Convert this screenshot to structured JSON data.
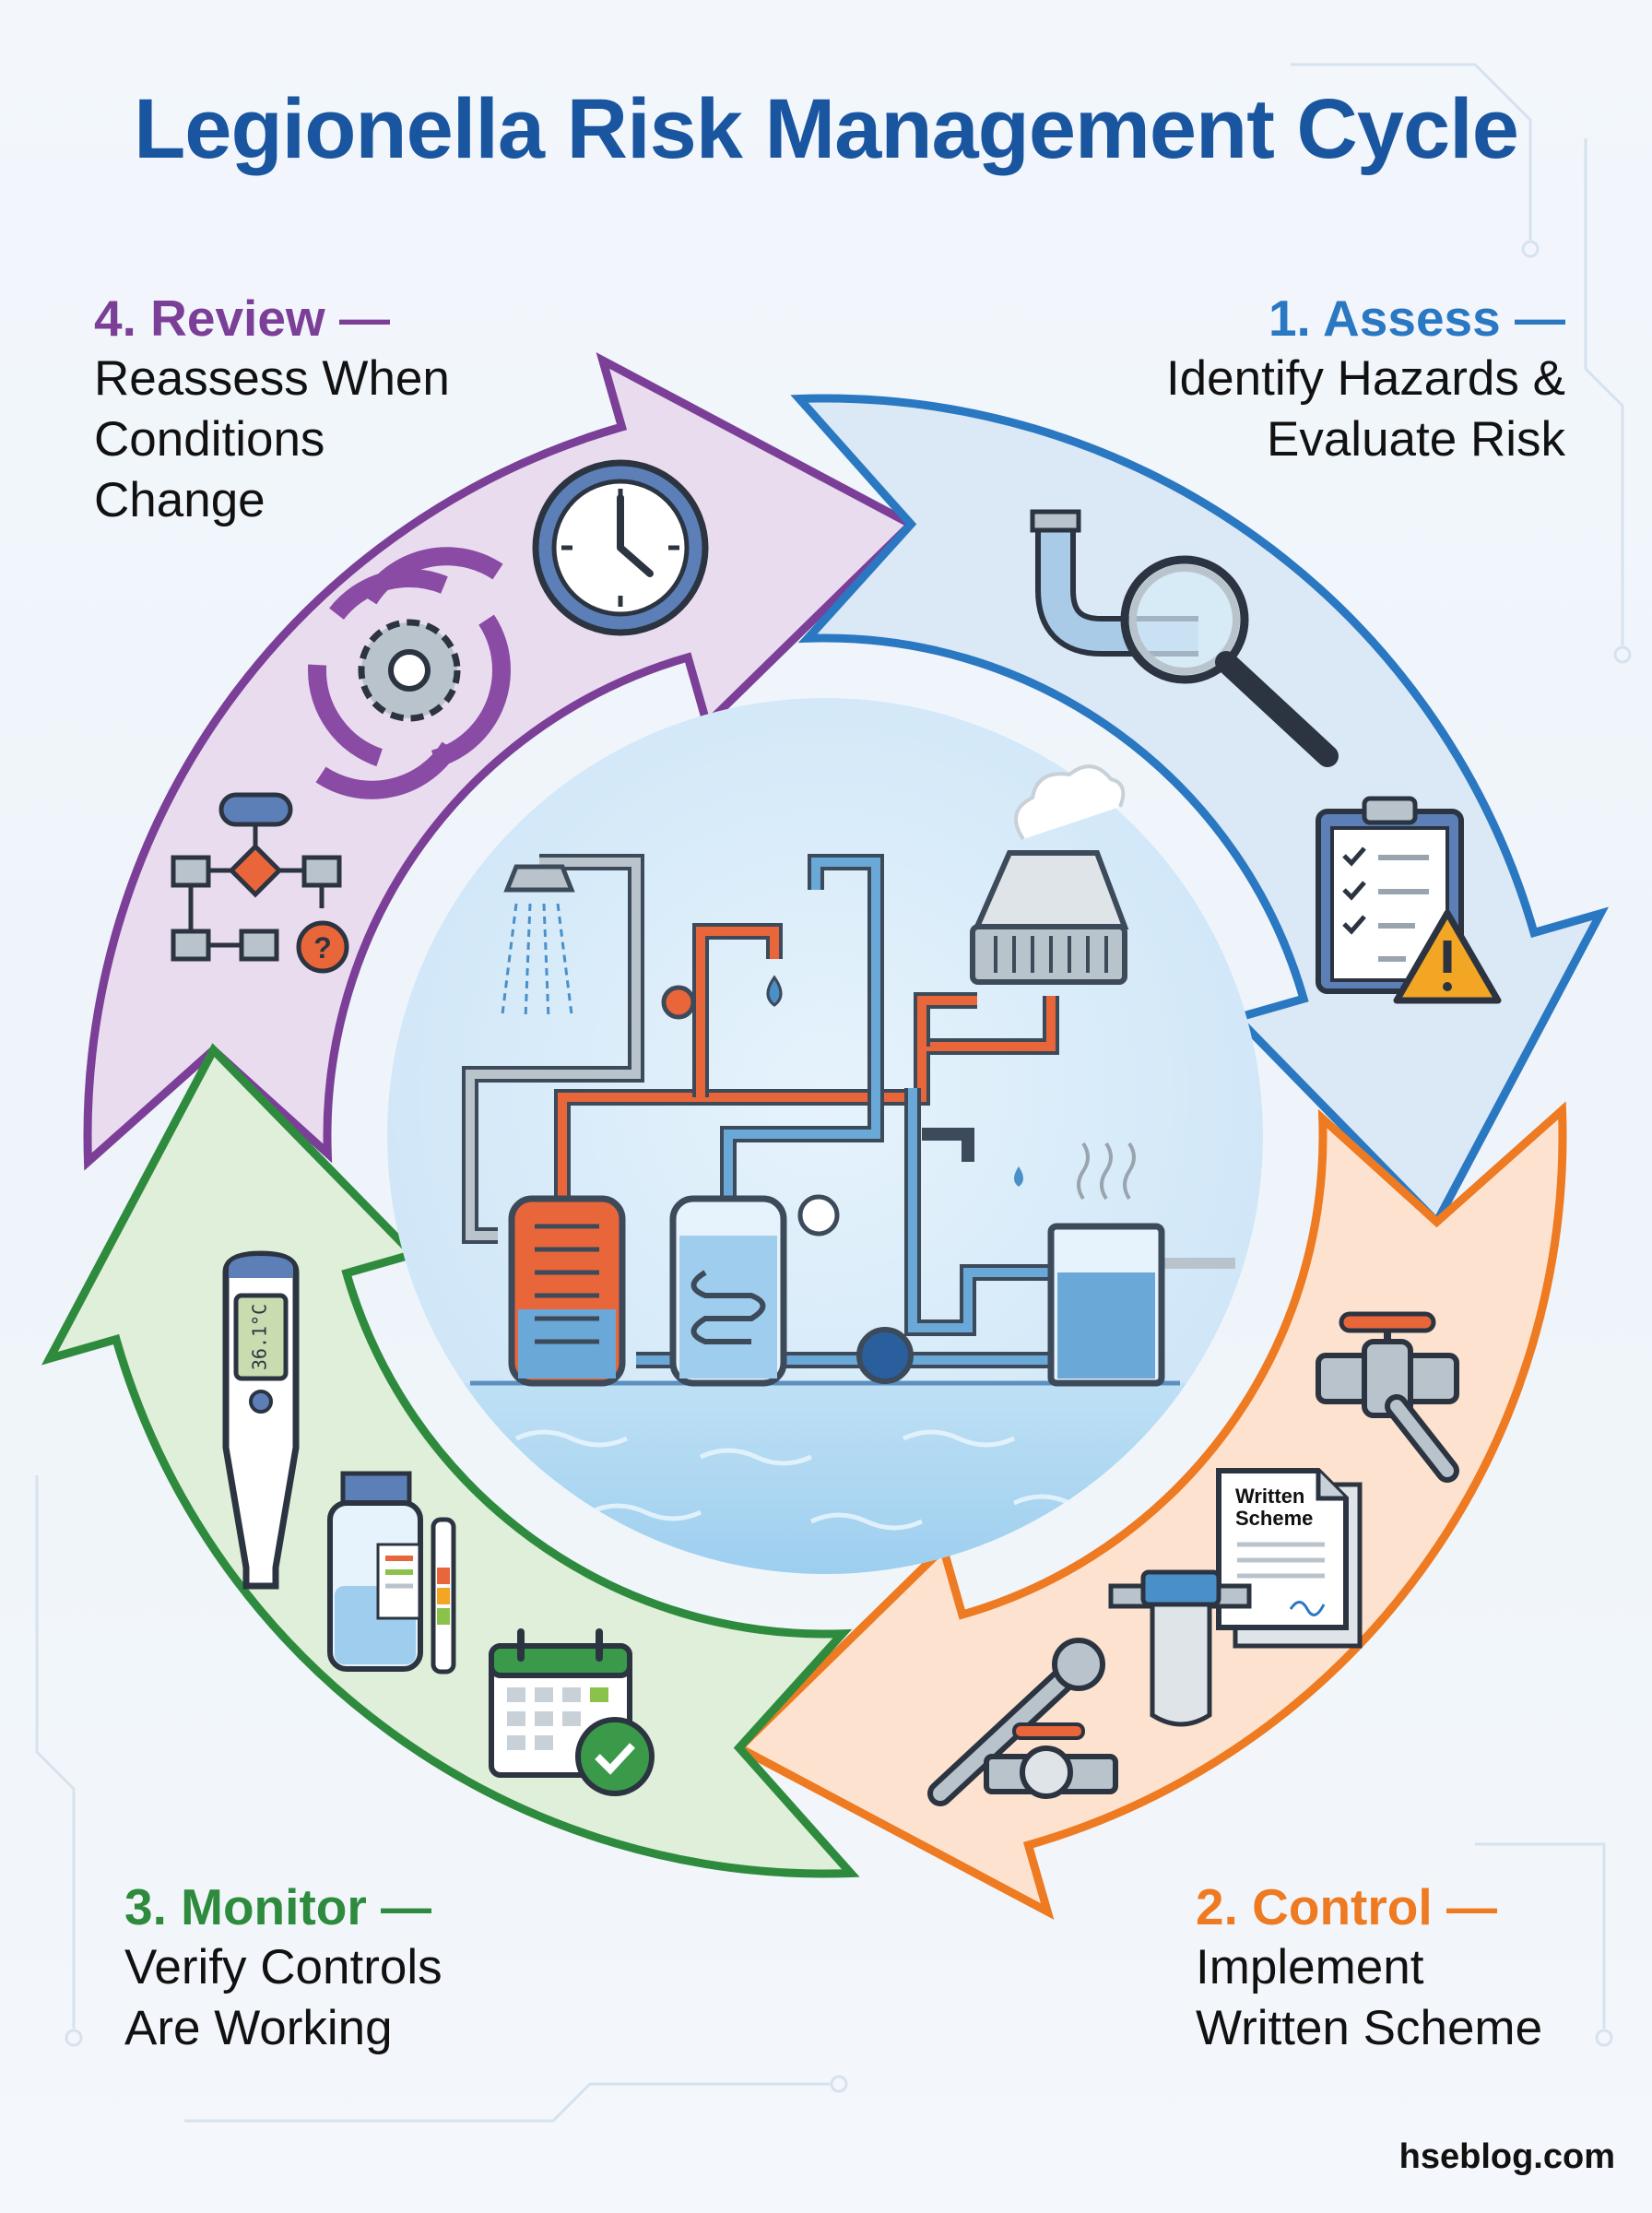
{
  "title": "Legionella Risk Management Cycle",
  "steps": {
    "review": {
      "heading": "4. Review —",
      "lines": [
        "Reassess When",
        "Conditions",
        "Change"
      ],
      "color": "#7b3f98",
      "fill": "#eadcef"
    },
    "assess": {
      "heading": "1. Assess —",
      "lines": [
        "Identify Hazards &",
        "Evaluate Risk"
      ],
      "color": "#2a78c2",
      "fill": "#dbe9f6"
    },
    "control": {
      "heading": "2. Control —",
      "lines": [
        "Implement",
        "Written Scheme"
      ],
      "color": "#ee7a22",
      "fill": "#fde3cf"
    },
    "monitor": {
      "heading": "3. Monitor —",
      "lines": [
        "Verify Controls",
        "Are Working"
      ],
      "color": "#2e8b3e",
      "fill": "#e0efd9"
    }
  },
  "icons": {
    "review": [
      "clock-icon",
      "gear-cycle-icon",
      "flowchart-icon"
    ],
    "assess": [
      "pipe-magnifier-icon",
      "clipboard-checklist-icon",
      "warning-icon"
    ],
    "control": [
      "valve-wrench-icon",
      "document-icon",
      "water-filter-icon",
      "wrench-valve-icon"
    ],
    "monitor": [
      "thermometer-icon",
      "sample-bottle-icon",
      "test-strip-icon",
      "calendar-check-icon"
    ]
  },
  "document_text": [
    "Written",
    "Scheme"
  ],
  "thermometer_reading": "36.1°C",
  "brand": "hseblog.com"
}
